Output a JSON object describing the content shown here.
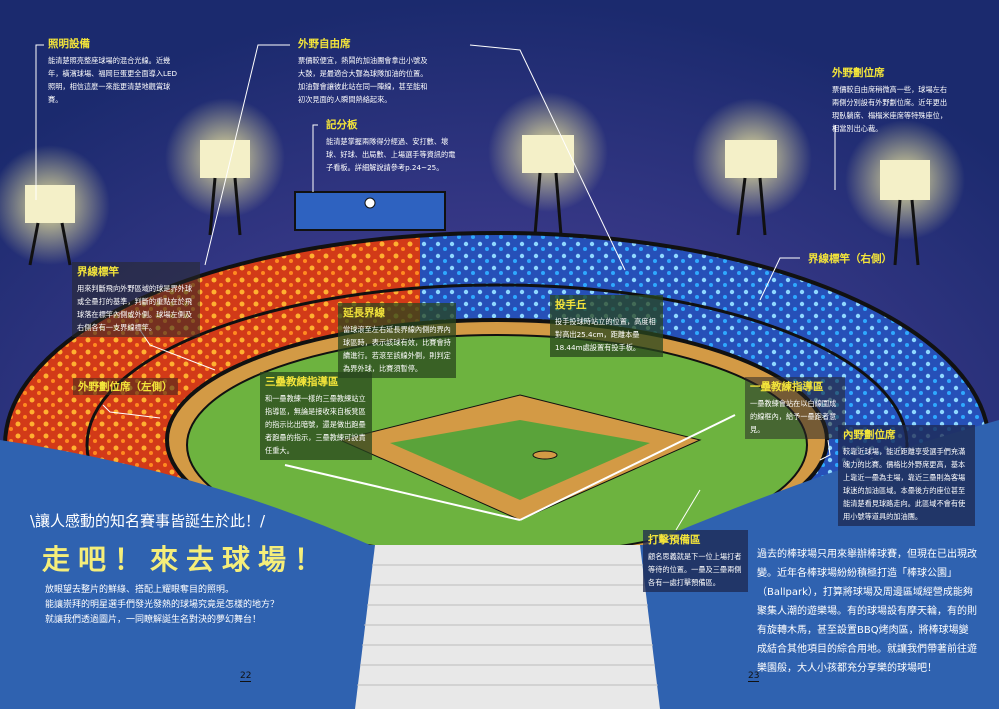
{
  "callouts": {
    "lighting": {
      "title": "照明設備",
      "text": "能清楚照亮整座球場的混合光線。近幾年，橫濱球場、福岡巨蛋更全面導入LED照明，相信這麼一來能更清楚地觀賞球賽。"
    },
    "outfield_free": {
      "title": "外野自由席",
      "text": "票價較便宜，熱鬧的加油團會拿出小號及大鼓，是最適合大聲為球隊加油的位置。加油聲會讓彼此站在同一陣線，甚至能和初次見面的人瞬間熱絡起來。"
    },
    "scoreboard": {
      "title": "記分板",
      "text": "能清楚掌握兩隊得分經過、安打數、壞球、好球、出局數、上場選手等資訊的電子看板。詳細解說請參考p.24~25。"
    },
    "outfield_reserved": {
      "title": "外野劃位席",
      "text": "票價較自由席稍微高一些，球場左右兩側分別設有外野劃位席。近年更出現臥躺席、榻榻米座席等特殊座位，相當別出心裁。"
    },
    "foul_pole": {
      "title": "界線標竿",
      "text": "用來判斷飛向外野區域的球是界外球或全壘打的基準，判斷的重點在於飛球落在標竿內側或外側。球場左側及右側各有一支界線標竿。"
    },
    "foul_line": {
      "title": "延長界線",
      "text": "當球滾至左右延長界線內側的界內球區時，表示該球有效，比賽會持續進行。若滾至該線外側，則判定為界外球，比賽須暫停。"
    },
    "mound": {
      "title": "投手丘",
      "text": "投手投球時站立的位置，高度相對高出25.4cm，距離本壘18.44m處設置有投手板。"
    },
    "foul_pole_right": {
      "title": "界線標竿（右側）"
    },
    "outfield_reserved_left": {
      "title": "外野劃位席（左側）"
    },
    "third_coach": {
      "title": "三壘教練指導區",
      "text": "和一壘教練一樣的三壘教練站立指導區，無論是接收來自板凳區的指示比出暗號，還是做出跑壘者跑壘的指示，三壘教練可說責任重大。"
    },
    "first_coach": {
      "title": "一壘教練指導區",
      "text": "一壘教練會站在以白線圍成的線框內，給予一壘跑者意見。"
    },
    "infield_reserved": {
      "title": "內野劃位席",
      "text": "較靠近球場，能近距離享受選手們充滿魄力的比賽。價格比外野席更高，基本上靠近一壘為主場，靠近三壘則為客場球迷的加油區域。本壘後方的座位甚至能清楚看見球路走向。此區域不會有使用小號等道具的加油團。"
    },
    "on_deck": {
      "title": "打擊預備區",
      "text": "顧名思義就是下一位上場打者等待的位置。一壘及三壘兩側各有一處打擊預備區。"
    }
  },
  "left_page": {
    "subtitle": "\\讓人感動的知名賽事皆誕生於此！/",
    "title": "走吧！來去球場！",
    "intro": [
      "放眼望去整片的鮮綠、搭配上耀眼奪目的照明。",
      "能讓崇拜的明星選手們發光發熱的球場究竟是怎樣的地方？",
      "就讓我們透過圖片，一同瞭解誕生名對決的夢幻舞台！"
    ],
    "page_number": "22"
  },
  "right_page": {
    "text": "過去的棒球場只用來舉辦棒球賽，但現在已出現改變。近年各棒球場紛紛積極打造「棒球公園」（Ballpark），打算將球場及周邊區域經營成能夠聚集人潮的遊樂場。有的球場設有摩天輪，有的則有旋轉木馬，甚至設置BBQ烤肉區，將棒球場變成結合其他項目的綜合用地。就讓我們帶著前往遊樂園般，大人小孩都充分享樂的球場吧！",
    "page_number": "23"
  },
  "colors": {
    "sky": "#1b2a6e",
    "page_blue": "#2f62b0",
    "accent_yellow": "#f3e43a",
    "field_green": "#6db33f",
    "dirt": "#d39a45",
    "stands_red": "#d8401c",
    "stands_blue": "#2a5ec8"
  }
}
